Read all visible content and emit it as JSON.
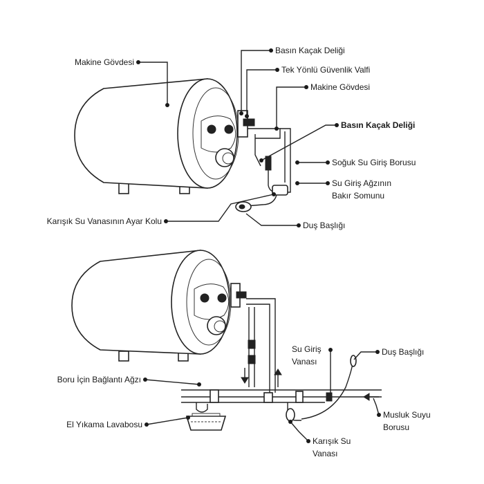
{
  "top": {
    "labels": {
      "machine_body_left": "Makine Gövdesi",
      "pressure_leak_hole": "Basın Kaçak Deliği",
      "one_way_safety_valve": "Tek Yönlü Güvenlik Valfi",
      "machine_body_right": "Makine Gövdesi",
      "pressure_leak_hole_bold": "Basın Kaçak Deliği",
      "cold_water_inlet_pipe": "Soğuk Su Giriş Borusu",
      "copper_nut_line1": "Su Giriş Ağzının",
      "copper_nut_line2": "Bakır Somunu",
      "mixing_valve_handle": "Karışık Su Vanasının Ayar Kolu",
      "shower_head": "Duş Başlığı"
    }
  },
  "bottom": {
    "labels": {
      "water_inlet_valve_line1": "Su Giriş",
      "water_inlet_valve_line2": "Vanası",
      "shower_head": "Duş Başlığı",
      "pipe_connection": "Boru İçin Bağlantı Ağzı",
      "hand_wash_basin": "El Yıkama Lavabosu",
      "tap_water_pipe_line1": "Musluk Suyu",
      "tap_water_pipe_line2": "Borusu",
      "mixing_valve_line1": "Karışık Su",
      "mixing_valve_line2": "Vanası"
    }
  }
}
